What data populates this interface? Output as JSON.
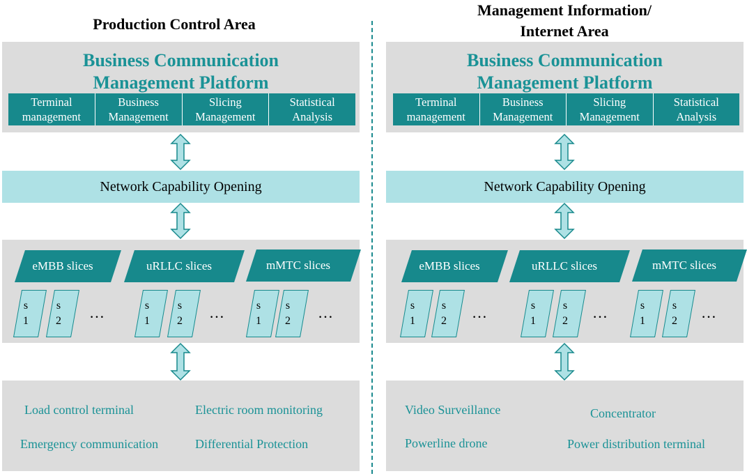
{
  "left": {
    "title": "Production Control Area",
    "platform_line1": "Business Communication",
    "platform_line2": "Management Platform",
    "modules": [
      "Terminal\nmanagement",
      "Business\nManagement",
      "Slicing\nManagement",
      "Statistical\nAnalysis"
    ],
    "network": "Network Capability Opening",
    "slices": [
      "eMBB slices",
      "uRLLC slices",
      "mMTC slices"
    ],
    "applications": [
      "Load control terminal",
      "Electric room monitoring",
      "Emergency communication",
      "Differential Protection"
    ]
  },
  "right": {
    "title_line1": "Management Information/",
    "title_line2": "Internet Area",
    "platform_line1": "Business Communication",
    "platform_line2": "Management Platform",
    "modules": [
      "Terminal\nmanagement",
      "Business\nManagement",
      "Slicing\nManagement",
      "Statistical\nAnalysis"
    ],
    "network": "Network Capability Opening",
    "slices": [
      "eMBB slices",
      "uRLLC slices",
      "mMTC slices"
    ],
    "applications": [
      "Video Surveillance",
      "Concentrator",
      "Powerline drone",
      "Power distribution terminal"
    ]
  },
  "sub_slice": {
    "letter": "s",
    "n1": "1",
    "n2": "2"
  },
  "ellipsis": "…",
  "colors": {
    "teal": "#17898c",
    "light_teal": "#aee1e5",
    "gray": "#dcdcdc",
    "title_teal": "#1a9296"
  }
}
